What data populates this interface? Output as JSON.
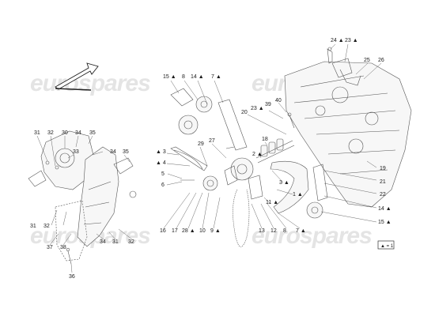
{
  "watermark": "eurospares",
  "legend": "▲ = 1",
  "callouts": [
    {
      "id": "c24",
      "text": "24 ▲"
    },
    {
      "id": "c23t",
      "text": "23 ▲"
    },
    {
      "id": "c25",
      "text": "25"
    },
    {
      "id": "c26",
      "text": "26"
    },
    {
      "id": "c15t",
      "text": "15 ▲"
    },
    {
      "id": "c8t",
      "text": "8"
    },
    {
      "id": "c14t",
      "text": "14 ▲"
    },
    {
      "id": "c7t",
      "text": "7 ▲"
    },
    {
      "id": "c40",
      "text": "40"
    },
    {
      "id": "c23m",
      "text": "23 ▲"
    },
    {
      "id": "c39",
      "text": "39"
    },
    {
      "id": "c20",
      "text": "20"
    },
    {
      "id": "c31a",
      "text": "31"
    },
    {
      "id": "c32a",
      "text": "32"
    },
    {
      "id": "c30",
      "text": "30"
    },
    {
      "id": "c34a",
      "text": "34"
    },
    {
      "id": "c35a",
      "text": "35"
    },
    {
      "id": "c33",
      "text": "33"
    },
    {
      "id": "c34b",
      "text": "34"
    },
    {
      "id": "c35b",
      "text": "35"
    },
    {
      "id": "c29",
      "text": "29"
    },
    {
      "id": "c27",
      "text": "27"
    },
    {
      "id": "c18",
      "text": "18"
    },
    {
      "id": "c2",
      "text": "2 ▲"
    },
    {
      "id": "c3a",
      "text": "▲ 3"
    },
    {
      "id": "c4",
      "text": "▲ 4"
    },
    {
      "id": "c5",
      "text": "5"
    },
    {
      "id": "c6",
      "text": "6"
    },
    {
      "id": "c3b",
      "text": "3 ▲"
    },
    {
      "id": "c1",
      "text": "1 ▲"
    },
    {
      "id": "c19",
      "text": "19"
    },
    {
      "id": "c21",
      "text": "21"
    },
    {
      "id": "c22",
      "text": "22"
    },
    {
      "id": "c14b",
      "text": "14 ▲"
    },
    {
      "id": "c15b",
      "text": "15 ▲"
    },
    {
      "id": "c11",
      "text": "11 ▲"
    },
    {
      "id": "c31b",
      "text": "31"
    },
    {
      "id": "c32b",
      "text": "32"
    },
    {
      "id": "c16",
      "text": "16"
    },
    {
      "id": "c17",
      "text": "17"
    },
    {
      "id": "c28",
      "text": "28 ▲"
    },
    {
      "id": "c10",
      "text": "10"
    },
    {
      "id": "c9",
      "text": "9 ▲"
    },
    {
      "id": "c13",
      "text": "13"
    },
    {
      "id": "c12",
      "text": "12"
    },
    {
      "id": "c8b",
      "text": "8"
    },
    {
      "id": "c7b",
      "text": "7 ▲"
    },
    {
      "id": "c37",
      "text": "37"
    },
    {
      "id": "c38",
      "text": "38"
    },
    {
      "id": "c34c",
      "text": "34"
    },
    {
      "id": "c31c",
      "text": "31"
    },
    {
      "id": "c32c",
      "text": "32"
    },
    {
      "id": "c36",
      "text": "36"
    }
  ]
}
